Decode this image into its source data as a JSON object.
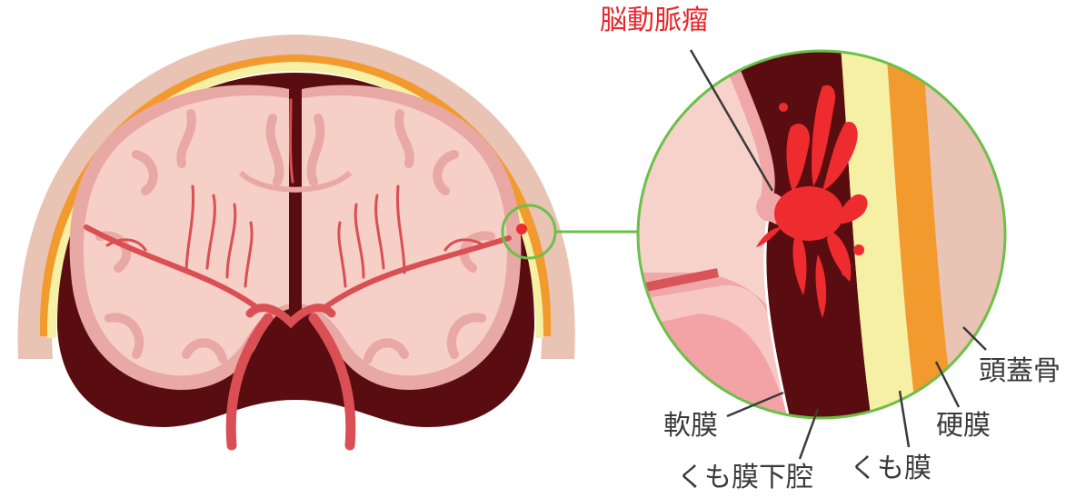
{
  "labels": {
    "aneurysm": "脳動脈瘤",
    "skull": "頭蓋骨",
    "pia_mater": "軟膜",
    "dura_mater": "硬膜",
    "subarachnoid_space": "くも膜下腔",
    "arachnoid": "くも膜"
  },
  "colors": {
    "skull": "#e9c3b3",
    "dura": "#f29a2e",
    "arachnoid": "#f5f0a4",
    "subarachnoid": "#5a0d10",
    "brain": "#f6cfc6",
    "brain_fold": "#e8a8a3",
    "vessel": "#d94f54",
    "hemorrhage": "#ee2b2f",
    "ring": "#6cc04a",
    "label_accent": "#e8262c"
  }
}
